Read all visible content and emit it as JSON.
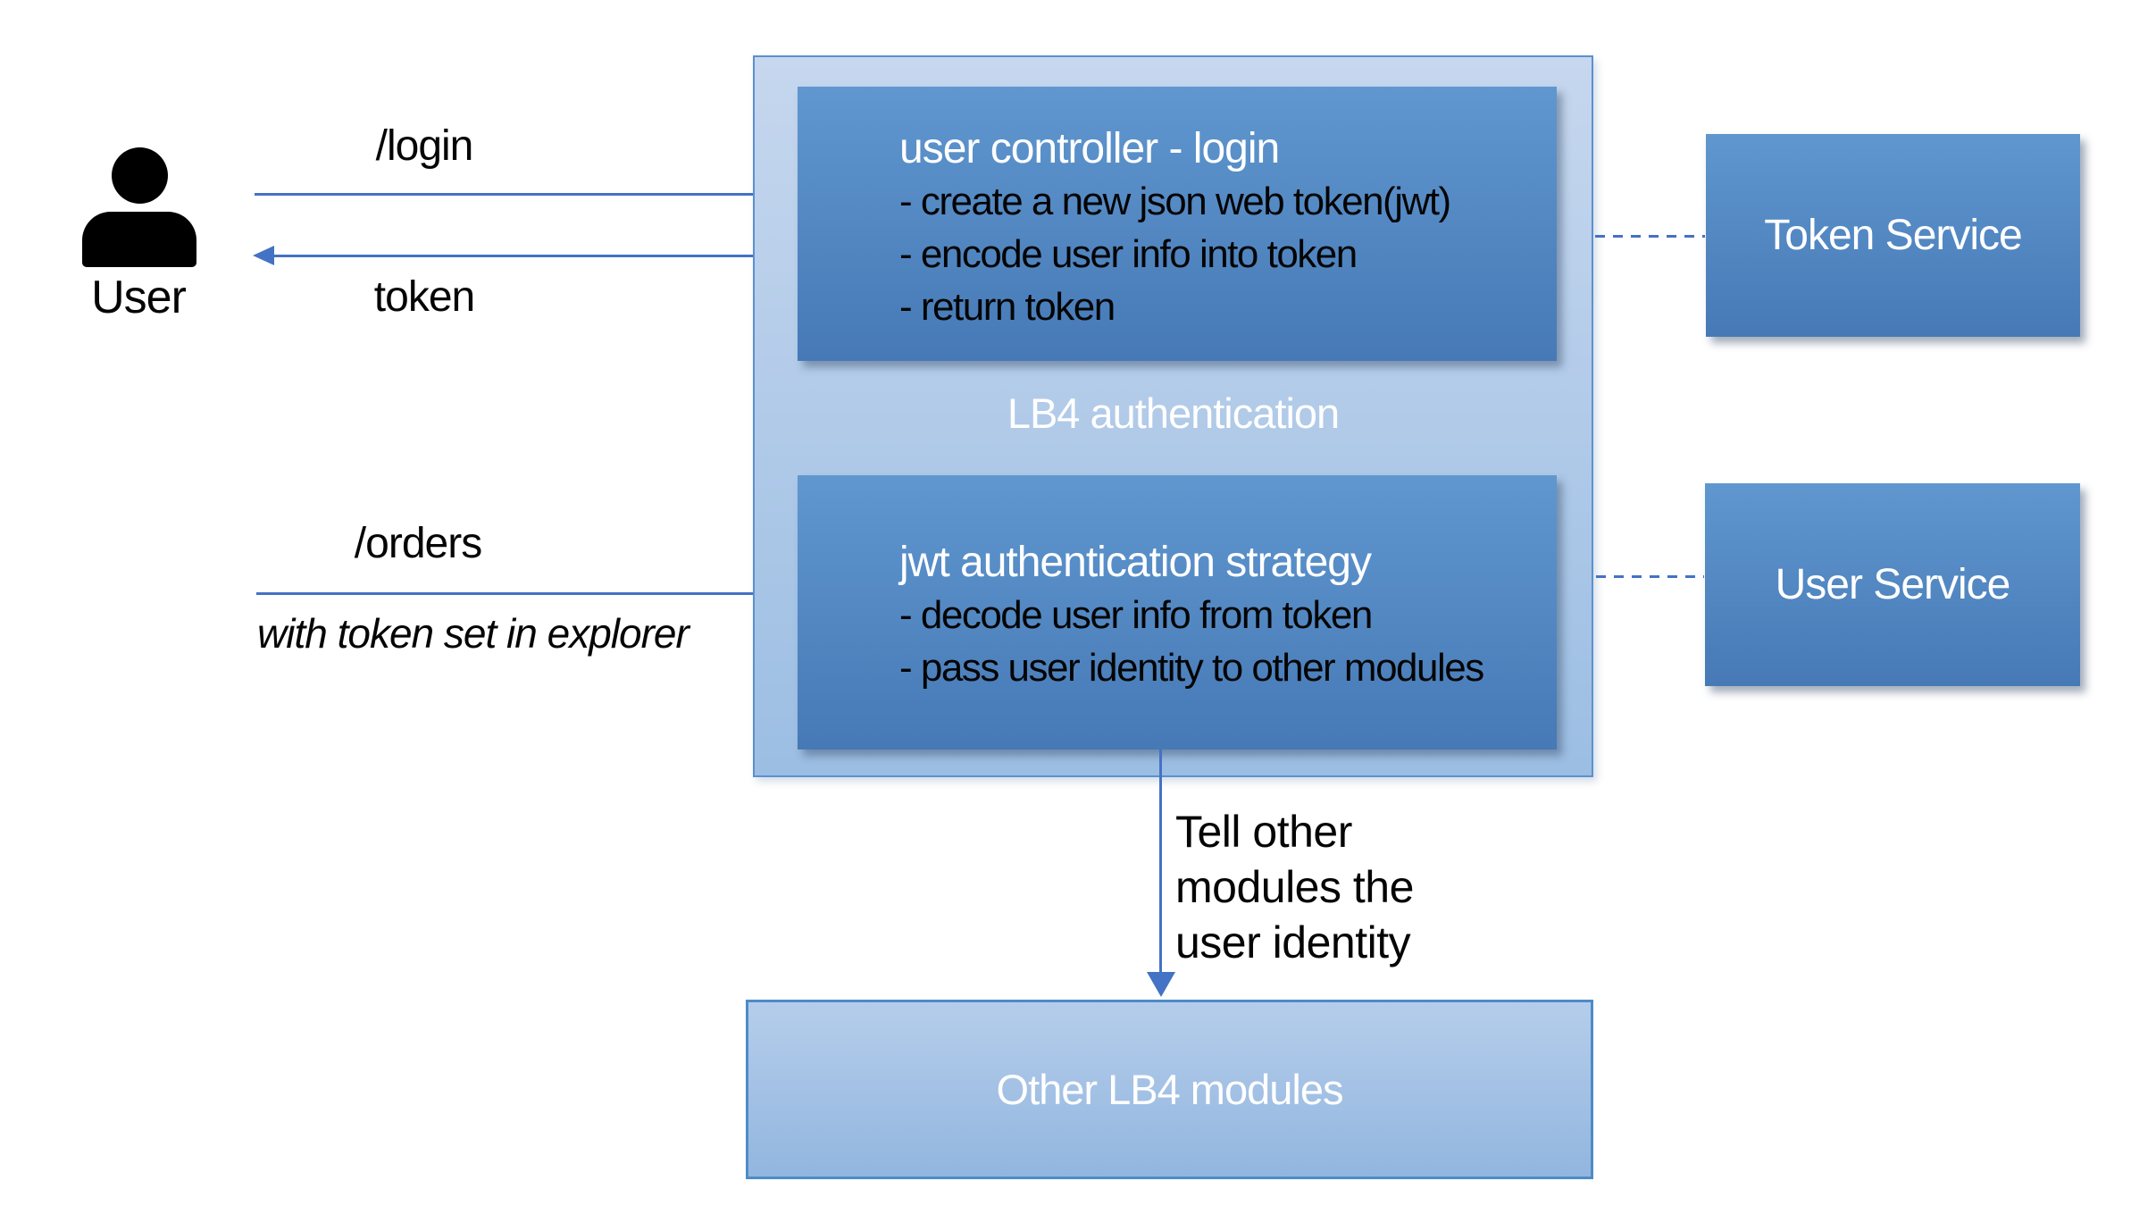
{
  "colors": {
    "accent": "#4472c4",
    "inner_top": "#6097cf",
    "inner_bottom": "#4679b6",
    "outer_top": "#c6d7ee",
    "outer_bottom": "#9cbee3",
    "outer_border": "#5b90d0",
    "bottom_top": "#b5cdeb",
    "bottom_bottom": "#92b6df",
    "bottom_border": "#4e8bc8",
    "text_dark": "#050505",
    "text_light": "#ffffff",
    "icon": "#000000"
  },
  "actor": {
    "user_label": "User"
  },
  "requests": {
    "login_label": "/login",
    "token_label": "token",
    "orders_label": "/orders",
    "orders_note": "with token set in explorer"
  },
  "lb4_container": {
    "label": "LB4 authentication",
    "user_controller": {
      "title": "user controller - login",
      "bullets": [
        "- create a new json web token(jwt)",
        "- encode user info into token",
        "- return token"
      ]
    },
    "jwt_strategy": {
      "title": "jwt authentication strategy",
      "bullets": [
        "- decode user info from token",
        "- pass user identity to other modules"
      ]
    }
  },
  "services": {
    "token_service_label": "Token Service",
    "user_service_label": "User Service"
  },
  "modules": {
    "other_modules_label": "Other LB4 modules",
    "flow_note_lines": [
      "Tell other",
      "modules the",
      "user identity"
    ]
  }
}
